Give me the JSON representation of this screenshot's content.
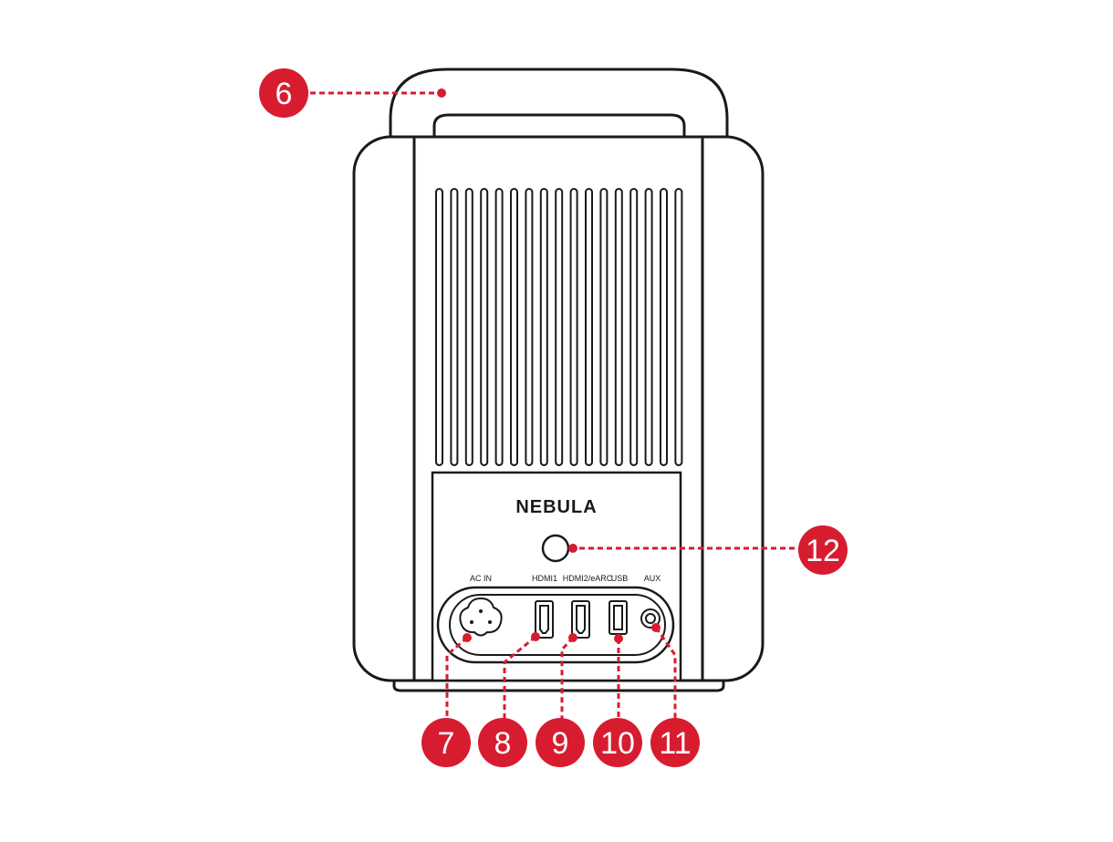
{
  "brand": "NEBULA",
  "accent_color": "#d71c30",
  "outline_color": "#1a1a1a",
  "port_labels": {
    "ac_in": "AC IN",
    "hdmi1": "HDMI1",
    "hdmi2": "HDMI2/eARC",
    "usb": "USB",
    "aux": "AUX"
  },
  "callouts": {
    "handle": "6",
    "ac_in": "7",
    "hdmi1": "8",
    "hdmi2": "9",
    "usb": "10",
    "aux": "11",
    "button": "12"
  }
}
